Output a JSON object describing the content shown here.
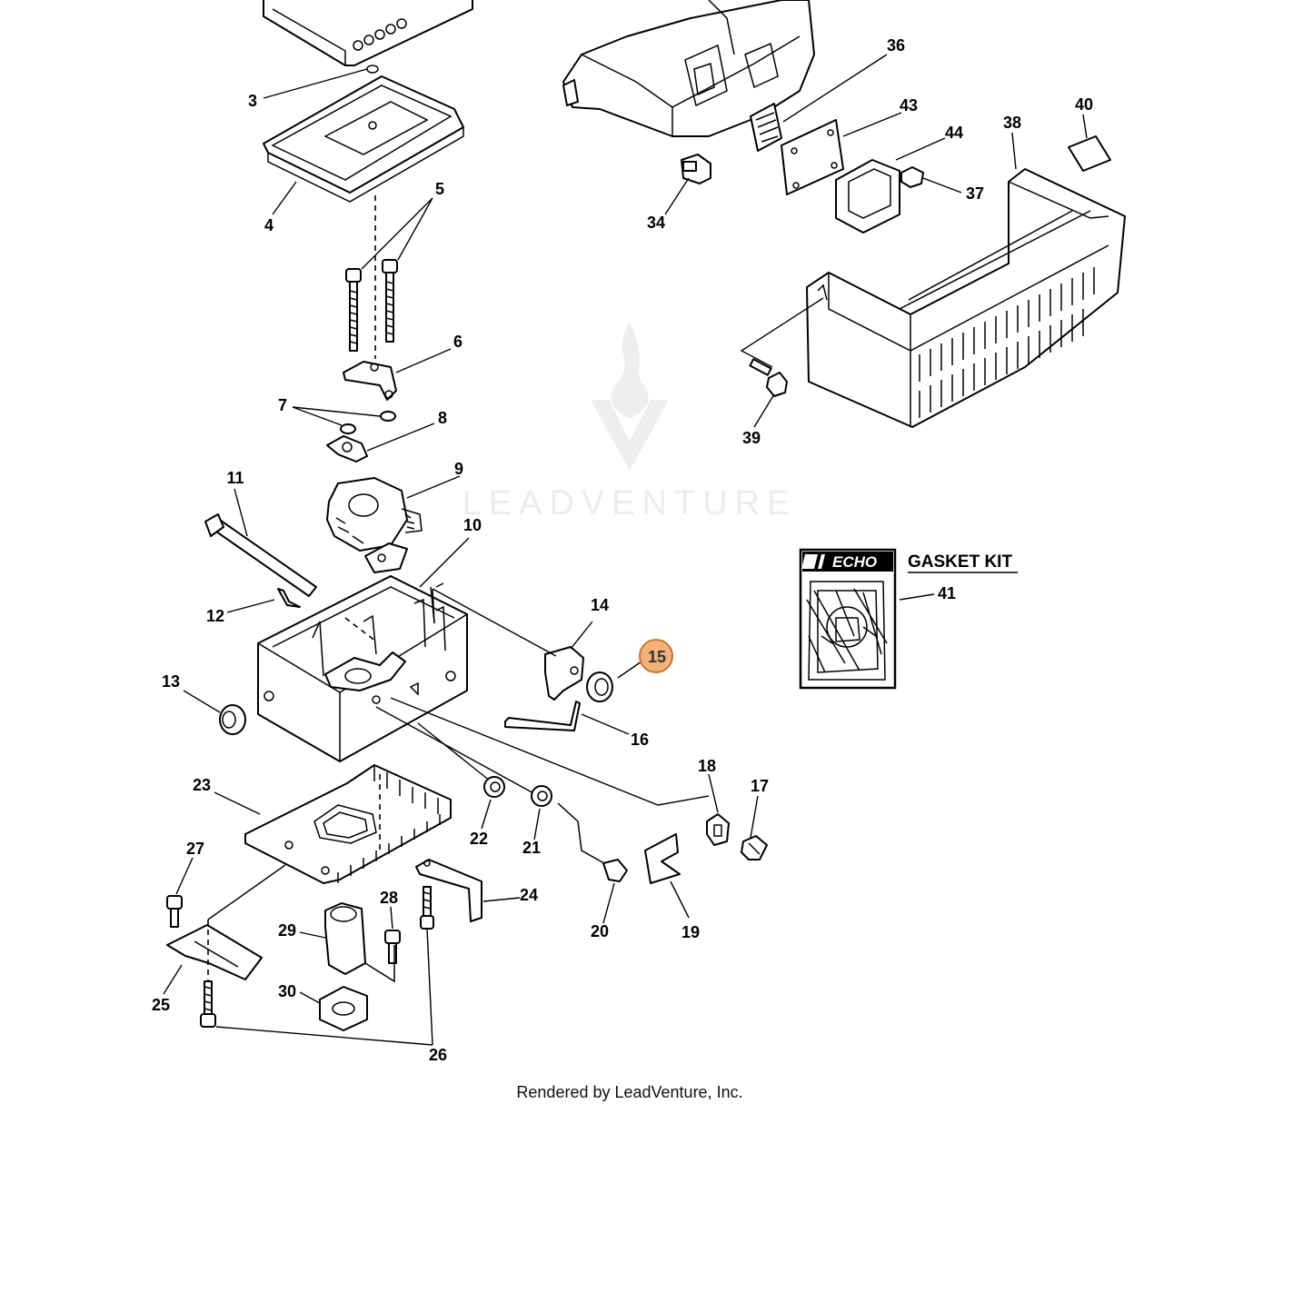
{
  "diagram": {
    "callouts": {
      "c3": "3",
      "c4": "4",
      "c5": "5",
      "c6": "6",
      "c7": "7",
      "c8": "8",
      "c9": "9",
      "c10": "10",
      "c11": "11",
      "c12": "12",
      "c13": "13",
      "c14": "14",
      "c15": "15",
      "c16": "16",
      "c17": "17",
      "c18": "18",
      "c19": "19",
      "c20": "20",
      "c21": "21",
      "c22": "22",
      "c23": "23",
      "c24": "24",
      "c25": "25",
      "c26": "26",
      "c27": "27",
      "c28": "28",
      "c29": "29",
      "c30": "30",
      "c34": "34",
      "c36": "36",
      "c37": "37",
      "c38": "38",
      "c39": "39",
      "c40": "40",
      "c41": "41",
      "c43": "43",
      "c44": "44"
    },
    "highlighted_callout": "15",
    "highlight_color": "#f2b27a",
    "highlight_stroke": "#c8742e"
  },
  "gasket_kit": {
    "title": "GASKET KIT",
    "logo": "ECHO"
  },
  "watermark": {
    "text": "LEADVENTURE"
  },
  "footer": {
    "text": "Rendered by LeadVenture, Inc."
  }
}
